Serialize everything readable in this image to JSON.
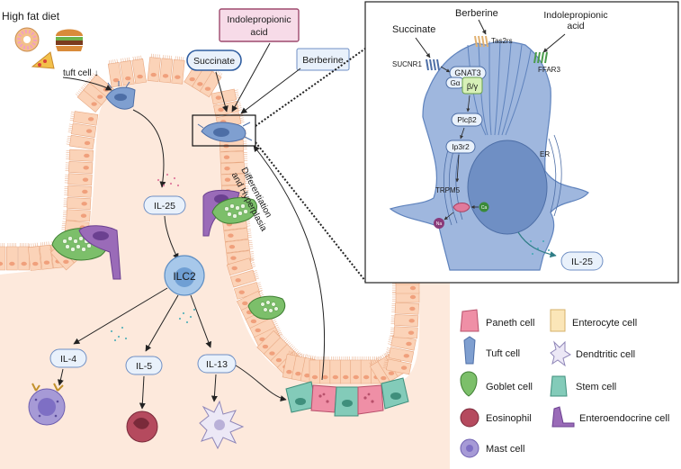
{
  "inputs": {
    "diet": "High fat diet",
    "tuft_cell_change": "tuft cell ↓",
    "indolepropionic_acid_line1": "Indolepropionic",
    "indolepropionic_acid_line2": "acid",
    "succinate": "Succinate",
    "berberine": "Berberine"
  },
  "pathway": {
    "il25": "IL-25",
    "ilc2": "ILC2",
    "il4": "IL-4",
    "il5": "IL-5",
    "il13": "IL-13",
    "differentiation_line1": "Differentiation",
    "differentiation_line2": "and Hyperplasia"
  },
  "inset": {
    "succinate": "Succinate",
    "berberine": "Berberine",
    "indolepropionic_line1": "Indolepropionic",
    "indolepropionic_line2": "acid",
    "sucnr1": "SUCNR1",
    "tas2rs": "Tas2rs",
    "ffar3": "FFAR3",
    "gnat3": "GNAT3",
    "galpha": "Gα",
    "beta_gamma": "β/γ",
    "plcb2": "Plcβ2",
    "ip3r2": "Ip3r2",
    "er": "ER",
    "trpm5": "TRPM5",
    "na": "Na",
    "ca": "Ca",
    "il25": "IL-25"
  },
  "legend": [
    {
      "label": "Paneth cell",
      "icon": "paneth-cell-icon"
    },
    {
      "label": "Enterocyte cell",
      "icon": "enterocyte-cell-icon"
    },
    {
      "label": "Tuft cell",
      "icon": "tuft-cell-icon"
    },
    {
      "label": "Dendtritic cell",
      "icon": "dendritic-cell-icon"
    },
    {
      "label": "Goblet cell",
      "icon": "goblet-cell-icon"
    },
    {
      "label": "Stem cell",
      "icon": "stem-cell-icon"
    },
    {
      "label": "Eosinophil",
      "icon": "eosinophil-icon"
    },
    {
      "label": "Enteroendocrine cell",
      "icon": "enteroendocrine-cell-icon"
    },
    {
      "label": "Mast cell",
      "icon": "mast-cell-icon"
    }
  ],
  "colors": {
    "tissue": "#fde9dc",
    "enterocyte": "#fbd3b8",
    "enterocyte_border": "#e8a882",
    "nucleus": "#f0a07c",
    "tuft": "#7f9fd0",
    "tuft_inset": "#9fb7de",
    "goblet": "#7cbf6a",
    "paneth": "#ef8fa6",
    "stem": "#83cbb9",
    "enteroendocrine": "#9a6bb8",
    "eosinophil": "#b54a5e",
    "mast": "#a69ad6",
    "pill_fill": "#e9f1fb",
    "pill_border": "#6f8fc4",
    "ipa_fill": "#f7dbe8",
    "ipa_border": "#9e4a6e"
  }
}
